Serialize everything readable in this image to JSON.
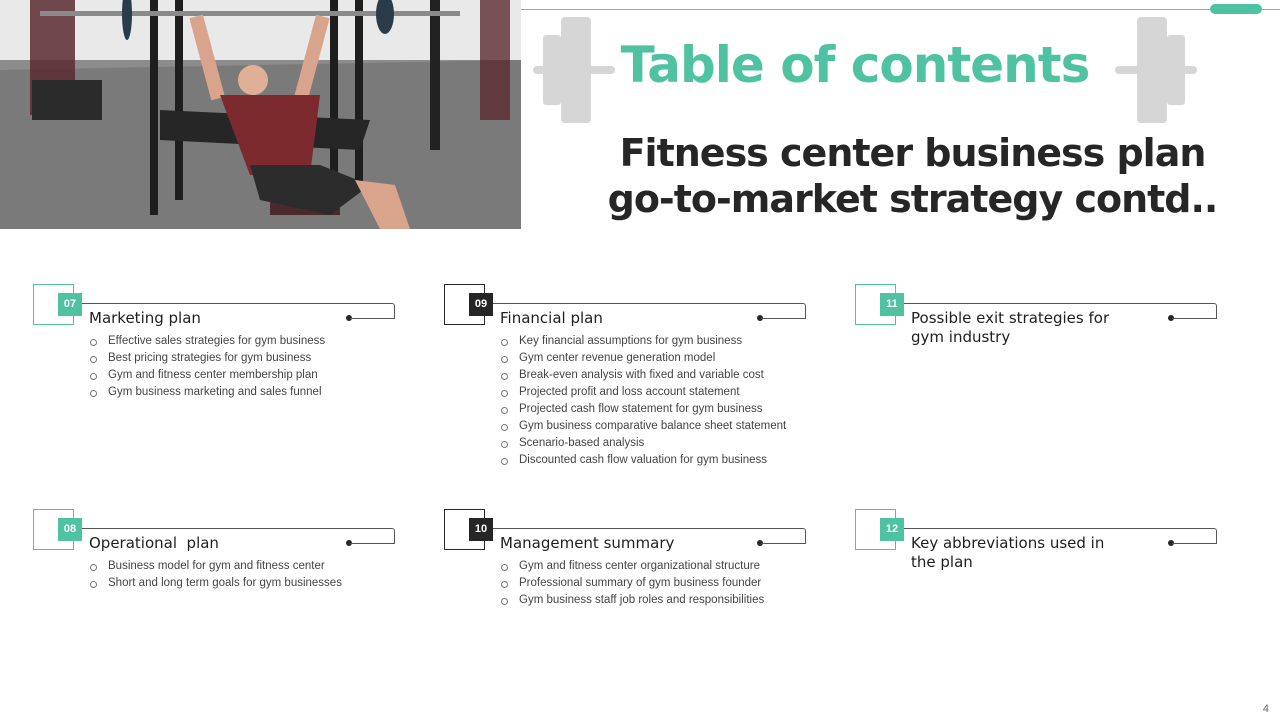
{
  "header": {
    "toc_title": "Table of contents",
    "subtitle": "Fitness center business plan go-to-market strategy contd.."
  },
  "colors": {
    "accent": "#4fc3a1",
    "dark": "#262626"
  },
  "sections": [
    {
      "number": "07",
      "title": "Marketing plan",
      "style": "accent",
      "items": [
        "Effective sales strategies for gym business",
        "Best pricing strategies for gym business",
        "Gym and fitness center membership plan",
        "Gym business marketing and sales funnel"
      ]
    },
    {
      "number": "09",
      "title": "Financial plan",
      "style": "dark",
      "items": [
        "Key financial assumptions for gym business",
        "Gym center revenue generation model",
        "Break-even analysis with fixed and variable cost",
        "Projected profit and loss account statement",
        "Projected cash flow statement for gym business",
        "Gym business comparative balance sheet statement",
        "Scenario-based analysis",
        "Discounted cash flow valuation for gym business"
      ]
    },
    {
      "number": "11",
      "title": "Possible exit strategies for gym industry",
      "style": "accent",
      "items": []
    },
    {
      "number": "08",
      "title": "Operational  plan",
      "style": "accent",
      "items": [
        "Business model for gym and fitness center",
        "Short and long term goals for gym businesses"
      ]
    },
    {
      "number": "10",
      "title": "Management summary",
      "style": "dark",
      "items": [
        "Gym and fitness center organizational structure",
        "Professional summary of gym business founder",
        "Gym business staff job roles and responsibilities"
      ]
    },
    {
      "number": "12",
      "title": "Key abbreviations used in the plan",
      "style": "accent",
      "items": []
    }
  ],
  "page_number": "4",
  "icons": [
    "dumbbell-icon",
    "bullet-circle-icon"
  ]
}
